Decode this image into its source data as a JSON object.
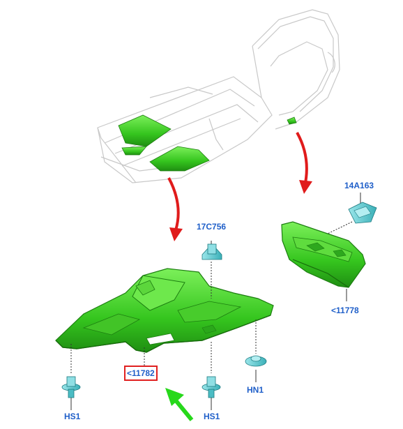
{
  "diagram": {
    "labels": {
      "underbody_shield_main": "<11782",
      "underbody_shield_rear": "<11778",
      "fastener_top_main": "17C756",
      "fastener_top_rear": "14A163",
      "fastener_hs1_left": "HS1",
      "fastener_hs1_right": "HS1",
      "fastener_hn1": "HN1"
    },
    "highlighted_part": "<11782",
    "colors": {
      "part_green": "#3fd22a",
      "fastener_cyan": "#58c8cf",
      "label_blue": "#1f5fc9",
      "arrow_red": "#e01b1b",
      "pointer_green": "#27d81b",
      "highlight_box": "#e02020"
    }
  }
}
